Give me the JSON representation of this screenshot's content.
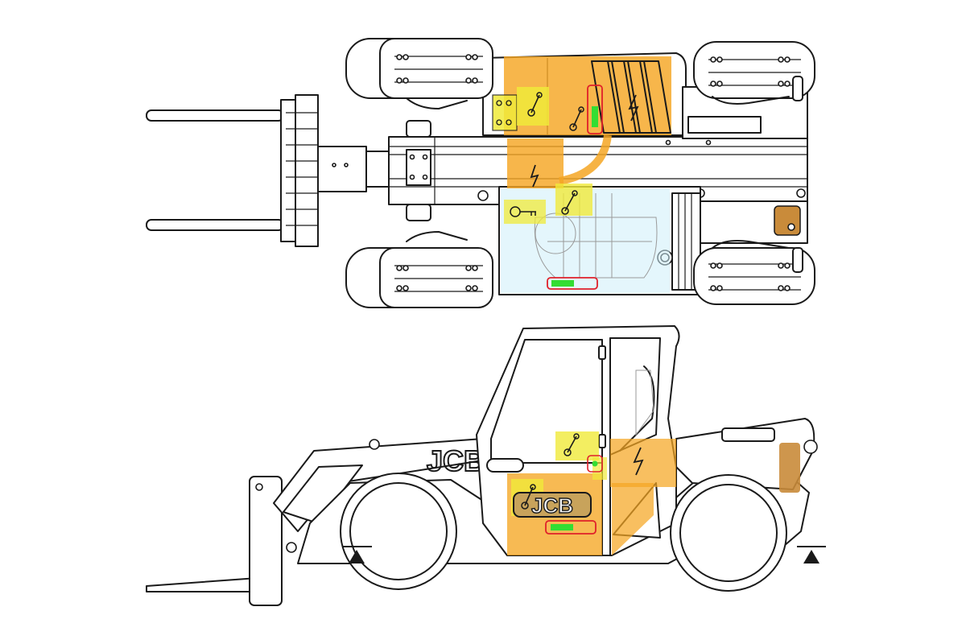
{
  "diagram": {
    "views": [
      "top-view",
      "side-view"
    ],
    "side_view": {
      "logo_text": "JCB",
      "boom_logo_text": "JCB"
    },
    "colors": {
      "outline": "#1a1a1a",
      "electrical_zone": "#f5a623",
      "control_zone": "#f0ea3a",
      "cab_glass": "#cdeefa",
      "battery_box": "#c98b3a",
      "indicator_green": "#33dd33",
      "indicator_frame": "#e0202a"
    },
    "icons": [
      "lightning-icon",
      "lever-icon",
      "key-icon",
      "support-point-icon",
      "hinge-icon"
    ]
  }
}
